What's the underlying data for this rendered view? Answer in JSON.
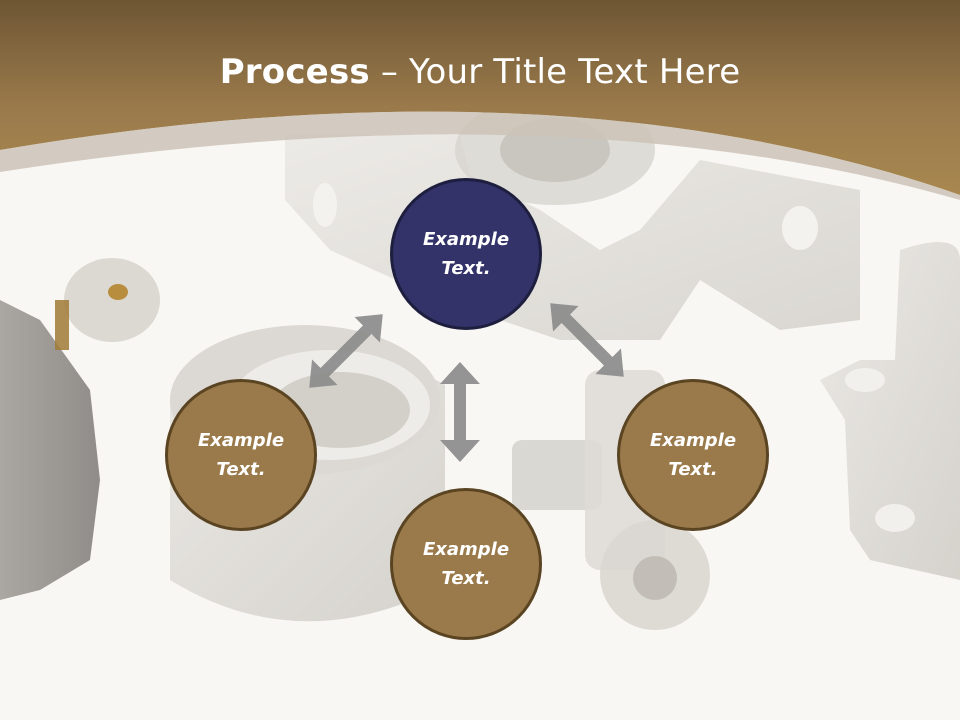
{
  "slide": {
    "title_bold": "Process",
    "title_rest": " – Your Title Text Here"
  },
  "nodes": [
    {
      "id": "top",
      "label": "Example Text."
    },
    {
      "id": "left",
      "label": "Example Text."
    },
    {
      "id": "right",
      "label": "Example Text."
    },
    {
      "id": "bottom",
      "label": "Example Text."
    }
  ],
  "colors": {
    "header_brown": "#a0804c",
    "node_primary": "#33336a",
    "node_secondary": "#9a7a4a",
    "node_border": "#5a4422",
    "arrow_gray": "#8c8c8c"
  },
  "icons": [
    "double-arrow-icon"
  ]
}
